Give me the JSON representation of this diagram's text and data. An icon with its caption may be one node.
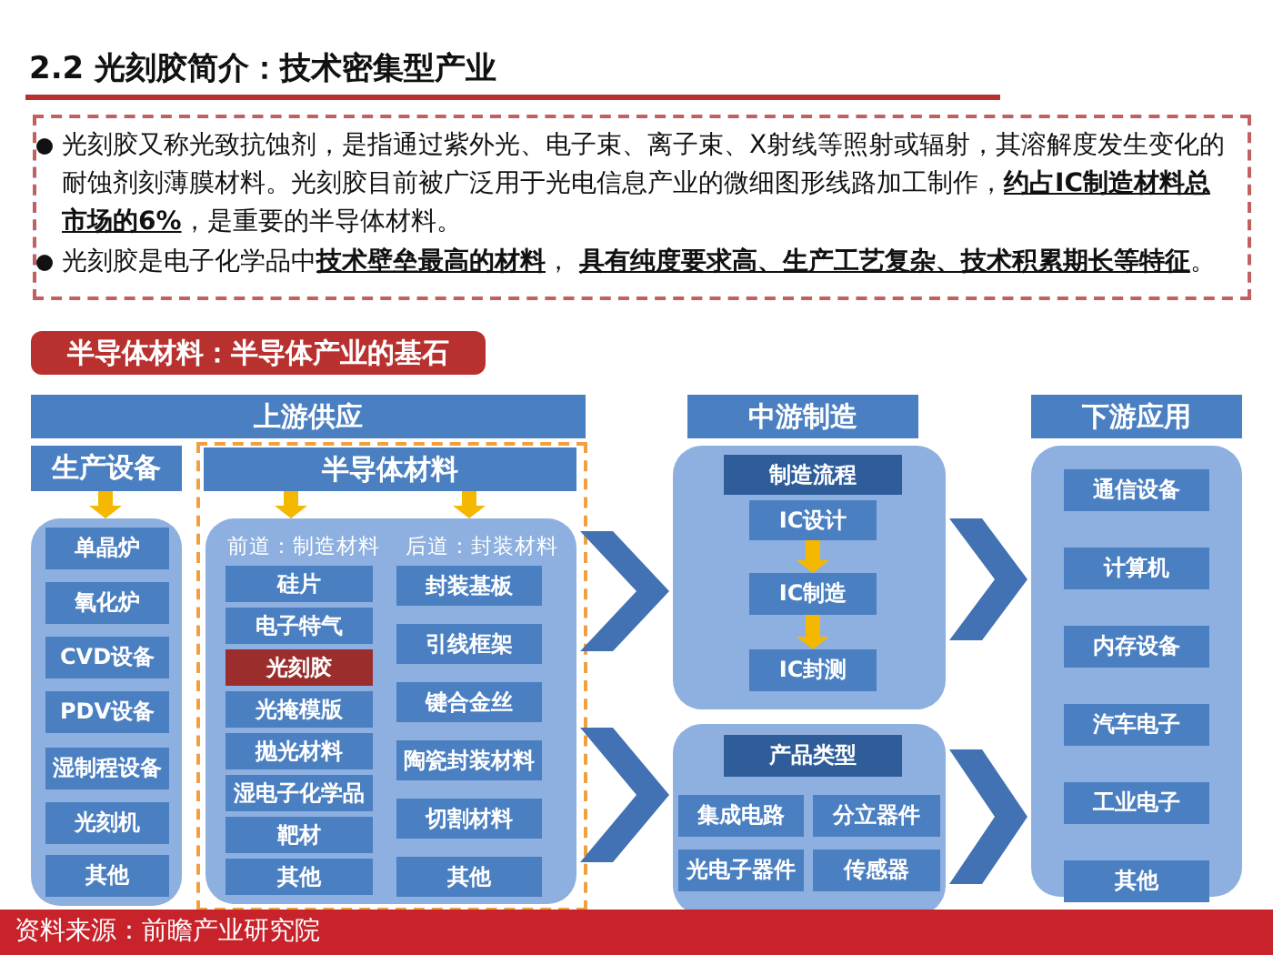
{
  "diagram": {
    "title": "2.2 光刻胶简介：技术密集型产业",
    "caption": "资料来源：前瞻产业研究院",
    "labels": [
      "光刻胶又称光致抗蚀剂，是指通过紫外光、电子束、离子束、X射线等照射或辐射，其溶解度发生变化的耐蚀剂刻薄膜材料。光刻胶目前被广泛用于光电信息产业的微细图形线路加工制作，**约占IC制造材料总市场的6%**，是重要的半导体材料。",
      "光刻胶是电子化学品中**技术壁垒最高的材料**， **具有纯度要求高、生产工艺复杂、技术积累期长等特征**。"
    ],
    "nodes": [
      {
        "text": [
          "半导体材料：半导体产业的基石"
        ]
      },
      {
        "text": [
          "上游供应"
        ]
      },
      {
        "text": [
          "生产设备"
        ]
      },
      {
        "text": [],
        "shape": "box"
      },
      {
        "text": [
          "单晶炉"
        ],
        "in": 3
      },
      {
        "text": [
          "氧化炉"
        ],
        "in": 3
      },
      {
        "text": [
          "CVD设备"
        ],
        "in": 3
      },
      {
        "text": [
          "PDV设备"
        ],
        "in": 3
      },
      {
        "text": [
          "湿制程设备"
        ],
        "in": 3
      },
      {
        "text": [
          "光刻机"
        ],
        "in": 3
      },
      {
        "text": [
          "其他"
        ],
        "in": 3
      },
      {
        "text": [
          "半导体材料"
        ]
      },
      {
        "text": [
          "前道：制造材料",
          "后道：封装材料"
        ]
      },
      {
        "text": [
          "硅片"
        ],
        "in": 12
      },
      {
        "text": [
          "电子特气"
        ],
        "in": 12
      },
      {
        "text": [
          "光刻胶"
        ],
        "in": 12
      },
      {
        "text": [
          "光掩模版"
        ],
        "in": 12
      },
      {
        "text": [
          "抛光材料"
        ],
        "in": 12
      },
      {
        "text": [
          "湿电子化学品"
        ],
        "in": 12
      },
      {
        "text": [
          "靶材"
        ],
        "in": 12
      },
      {
        "text": [
          "其他"
        ],
        "in": 12
      },
      {
        "text": [
          "封装基板"
        ],
        "in": 12
      },
      {
        "text": [
          "引线框架"
        ],
        "in": 12
      },
      {
        "text": [
          "键合金丝"
        ],
        "in": 12
      },
      {
        "text": [
          "陶瓷封装材料"
        ],
        "in": 12
      },
      {
        "text": [
          "切割材料"
        ],
        "in": 12
      },
      {
        "text": [
          "其他"
        ],
        "in": 12
      },
      {
        "text": [
          "中游制造"
        ]
      },
      {
        "text": [],
        "shape": "box"
      },
      {
        "text": [
          "制造流程"
        ],
        "in": 28
      },
      {
        "text": [
          "IC设计"
        ],
        "in": 28
      },
      {
        "text": [
          "IC制造"
        ],
        "in": 28
      },
      {
        "text": [
          "IC封测"
        ],
        "in": 28
      },
      {
        "text": [],
        "shape": "box"
      },
      {
        "text": [
          "产品类型"
        ],
        "in": 33
      },
      {
        "text": [
          "集成电路"
        ],
        "in": 33
      },
      {
        "text": [
          "分立器件"
        ],
        "in": 33
      },
      {
        "text": [
          "光电子器件"
        ],
        "in": 33
      },
      {
        "text": [
          "传感器"
        ],
        "in": 33
      },
      {
        "text": [
          "下游应用"
        ]
      },
      {
        "text": [],
        "shape": "box"
      },
      {
        "text": [
          "通信设备"
        ],
        "in": 40
      },
      {
        "text": [
          "计算机"
        ],
        "in": 40
      },
      {
        "text": [
          "内存设备"
        ],
        "in": 40
      },
      {
        "text": [
          "汽车电子"
        ],
        "in": 40
      },
      {
        "text": [
          "工业电子"
        ],
        "in": 40
      },
      {
        "text": [
          "其他"
        ],
        "in": 40
      }
    ],
    "edges": [
      {
        "from": 2,
        "to": 3,
        "arrow": "to",
        "color": "#f5b800"
      },
      {
        "from": 11,
        "to": 12,
        "arrow": "to",
        "color": "#f5b800"
      },
      {
        "from": 11,
        "to": 12,
        "arrow": "to",
        "color": "#f5b800"
      },
      {
        "from": 30,
        "to": 31,
        "arrow": "to",
        "color": "#f5b800"
      },
      {
        "from": 31,
        "to": 32,
        "arrow": "to",
        "color": "#f5b800"
      },
      {
        "from": 12,
        "to": 28,
        "arrow": "to",
        "style": "thick",
        "color": "#4272b3"
      },
      {
        "from": 12,
        "to": 33,
        "arrow": "to",
        "style": "thick",
        "color": "#4272b3"
      },
      {
        "from": 28,
        "to": 40,
        "arrow": "to",
        "style": "thick",
        "color": "#4272b3"
      },
      {
        "from": 33,
        "to": 40,
        "arrow": "to",
        "style": "thick",
        "color": "#4272b3"
      }
    ]
  }
}
